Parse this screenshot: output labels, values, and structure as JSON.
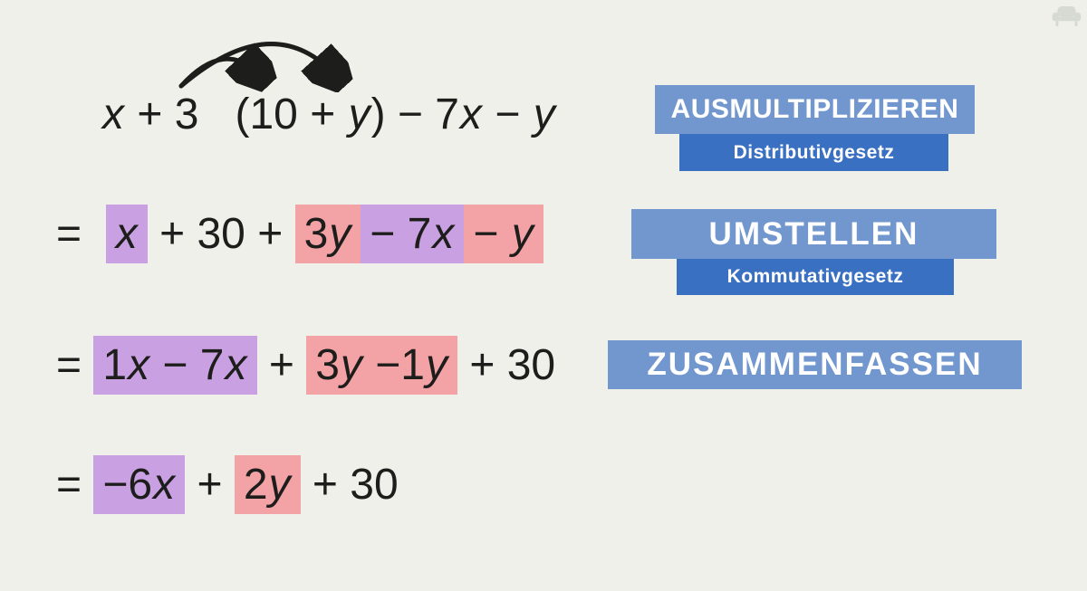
{
  "colors": {
    "bg": "#eef0e9",
    "ink": "#1d1d1b",
    "purple": "#c9a1e2",
    "pink": "#f3a2a5",
    "blue_light": "#7297ce",
    "blue_dark": "#3a70c1",
    "sofa_gray": "#d7d9d3"
  },
  "equations": {
    "row1": {
      "segments": [
        {
          "text": "x + 3   (10 + y) − 7x − y",
          "hl": "none"
        }
      ]
    },
    "row2": {
      "segments": [
        {
          "text": "=  ",
          "hl": "none"
        },
        {
          "text": "x",
          "hl": "purple"
        },
        {
          "text": " + 30 + ",
          "hl": "none"
        },
        {
          "text": "3y",
          "hl": "pink"
        },
        {
          "text": "− 7x",
          "hl": "purple"
        },
        {
          "text": "− y",
          "hl": "pink"
        }
      ]
    },
    "row3": {
      "segments": [
        {
          "text": "= ",
          "hl": "none"
        },
        {
          "text": "1x − 7x",
          "hl": "purple"
        },
        {
          "text": " + ",
          "hl": "none"
        },
        {
          "text": "3y −1y",
          "hl": "pink"
        },
        {
          "text": " + 30",
          "hl": "none"
        }
      ]
    },
    "row4": {
      "segments": [
        {
          "text": "= ",
          "hl": "none"
        },
        {
          "text": "−6x",
          "hl": "purple"
        },
        {
          "text": " + ",
          "hl": "none"
        },
        {
          "text": "2y",
          "hl": "pink"
        },
        {
          "text": " + 30",
          "hl": "none"
        }
      ]
    }
  },
  "steps": [
    {
      "title": "AUSMULTIPLIZIEREN",
      "law": "Distributivgesetz"
    },
    {
      "title": "UMSTELLEN",
      "law": "Kommutativgesetz"
    },
    {
      "title": "ZUSAMMENFASSEN"
    }
  ]
}
